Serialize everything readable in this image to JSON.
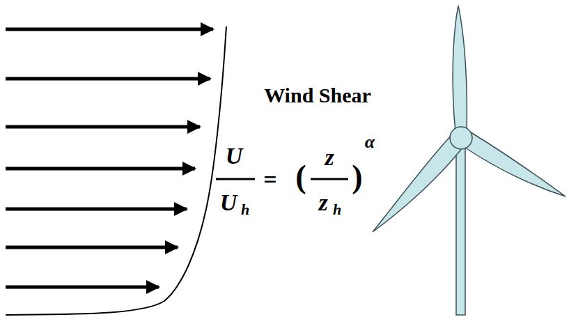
{
  "diagram": {
    "labels": [
      "Wind Shear",
      "U",
      "U",
      "h",
      "=",
      "(",
      "z",
      "z",
      "h",
      ")",
      "α"
    ]
  }
}
